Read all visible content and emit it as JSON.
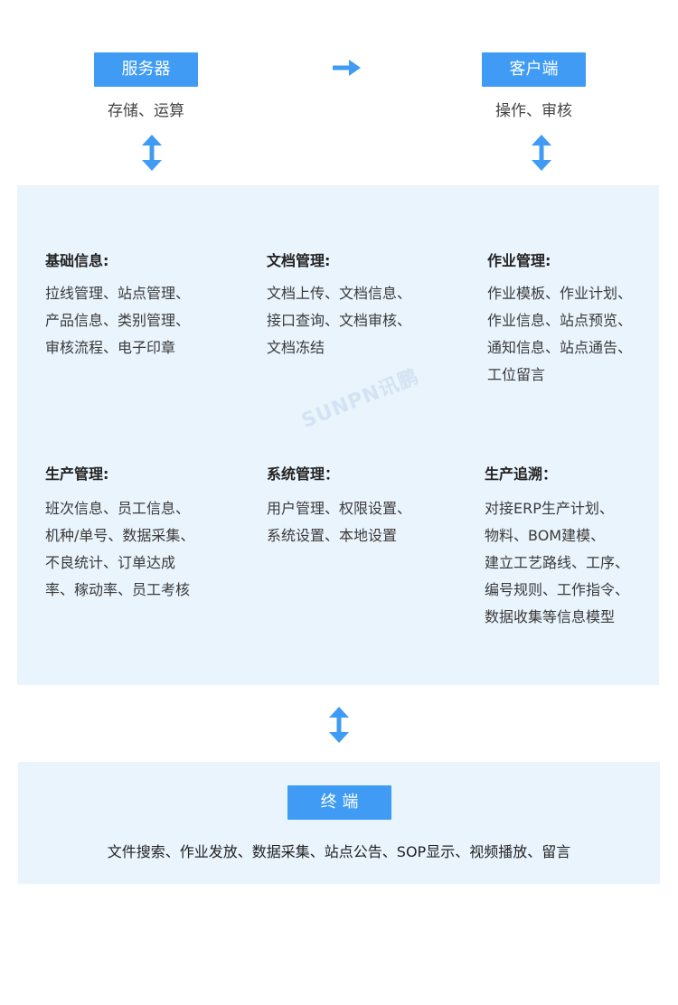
{
  "top": {
    "server": {
      "label": "服务器",
      "sub": "存储、运算"
    },
    "client": {
      "label": "客户端",
      "sub": "操作、审核"
    }
  },
  "modules": [
    {
      "title": "基础信息:",
      "items": [
        "拉线管理、站点管理、",
        "产品信息、类别管理、",
        "审核流程、电子印章"
      ]
    },
    {
      "title": "文档管理:",
      "items": [
        "文档上传、文档信息、",
        "接口查询、文档审核、",
        "文档冻结"
      ]
    },
    {
      "title": "作业管理:",
      "items": [
        "作业模板、作业计划、",
        "作业信息、站点预览、",
        "通知信息、站点通告、",
        "工位留言"
      ]
    },
    {
      "title": "生产管理:",
      "items": [
        "班次信息、员工信息、",
        "机种/单号、数据采集、",
        "不良统计、订单达成",
        "率、稼动率、员工考核"
      ]
    },
    {
      "title": "系统管理：",
      "items": [
        "用户管理、权限设置、",
        "系统设置、本地设置"
      ]
    },
    {
      "title": "生产追溯：",
      "items": [
        "对接ERP生产计划、",
        "物料、BOM建模、",
        "建立工艺路线、工序、",
        "编号规则、工作指令、",
        "数据收集等信息模型"
      ]
    }
  ],
  "watermark": "SUNPN讯鹏",
  "terminal": {
    "label": "终 端",
    "functions": "文件搜索、作业发放、数据采集、站点公告、SOP显示、视频播放、留言"
  },
  "colors": {
    "accent": "#3f9bf3",
    "panel_bg": "#eaf4fd",
    "watermark": "#d3e3f3"
  },
  "icons": {
    "flow": "right-arrow-icon",
    "sync": "double-vertical-arrow-icon"
  }
}
